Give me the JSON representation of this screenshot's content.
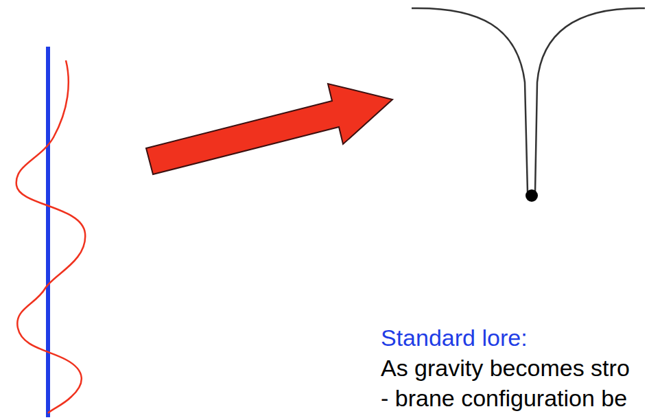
{
  "diagram": {
    "labels": [
      "Standard lore:",
      "As gravity becomes stro",
      "- brane configuration be"
    ]
  }
}
